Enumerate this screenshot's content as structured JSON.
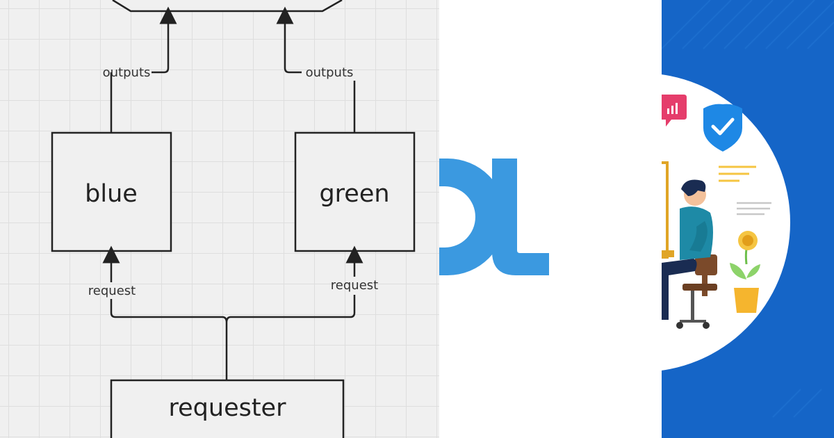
{
  "diagram": {
    "nodes": {
      "blue": "blue",
      "green": "green",
      "requester": "requester"
    },
    "edges": {
      "blue_outputs": "outputs",
      "green_outputs": "outputs",
      "blue_request": "request",
      "green_request": "request"
    }
  },
  "logo": {
    "letters": "ol",
    "color": "#3b99e0"
  },
  "illustration": {
    "background": "#1565c7",
    "icons": [
      "chart-icon",
      "shield-check-icon",
      "person-at-desk",
      "flower-pot",
      "coin-icon",
      "document-lines"
    ]
  }
}
